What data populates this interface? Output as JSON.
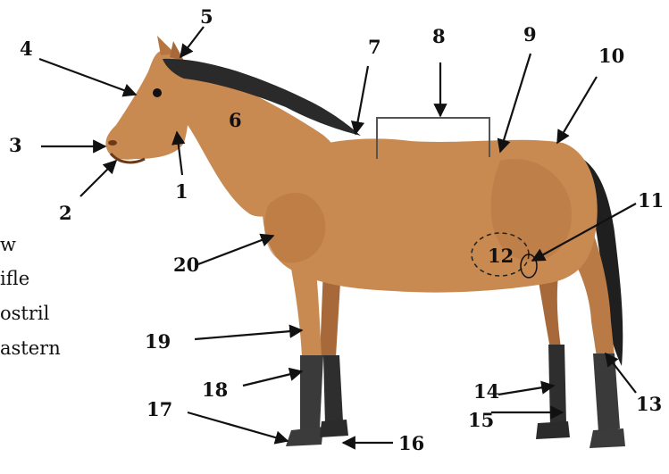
{
  "callouts": [
    "1",
    "2",
    "3",
    "4",
    "5",
    "6",
    "7",
    "8",
    "9",
    "10",
    "11",
    "12",
    "13",
    "14",
    "15",
    "16",
    "17",
    "18",
    "19",
    "20"
  ],
  "legend_fragments": [
    "w",
    "ifle",
    "ostril",
    "astern"
  ],
  "colors": {
    "coat": "#c98a52",
    "coat_shadow": "#b7763f",
    "coat_light": "#d9a169",
    "mane_tail": "#2a2a2a",
    "hoof_sock": "#3b3b3b",
    "arrow": "#111111"
  }
}
